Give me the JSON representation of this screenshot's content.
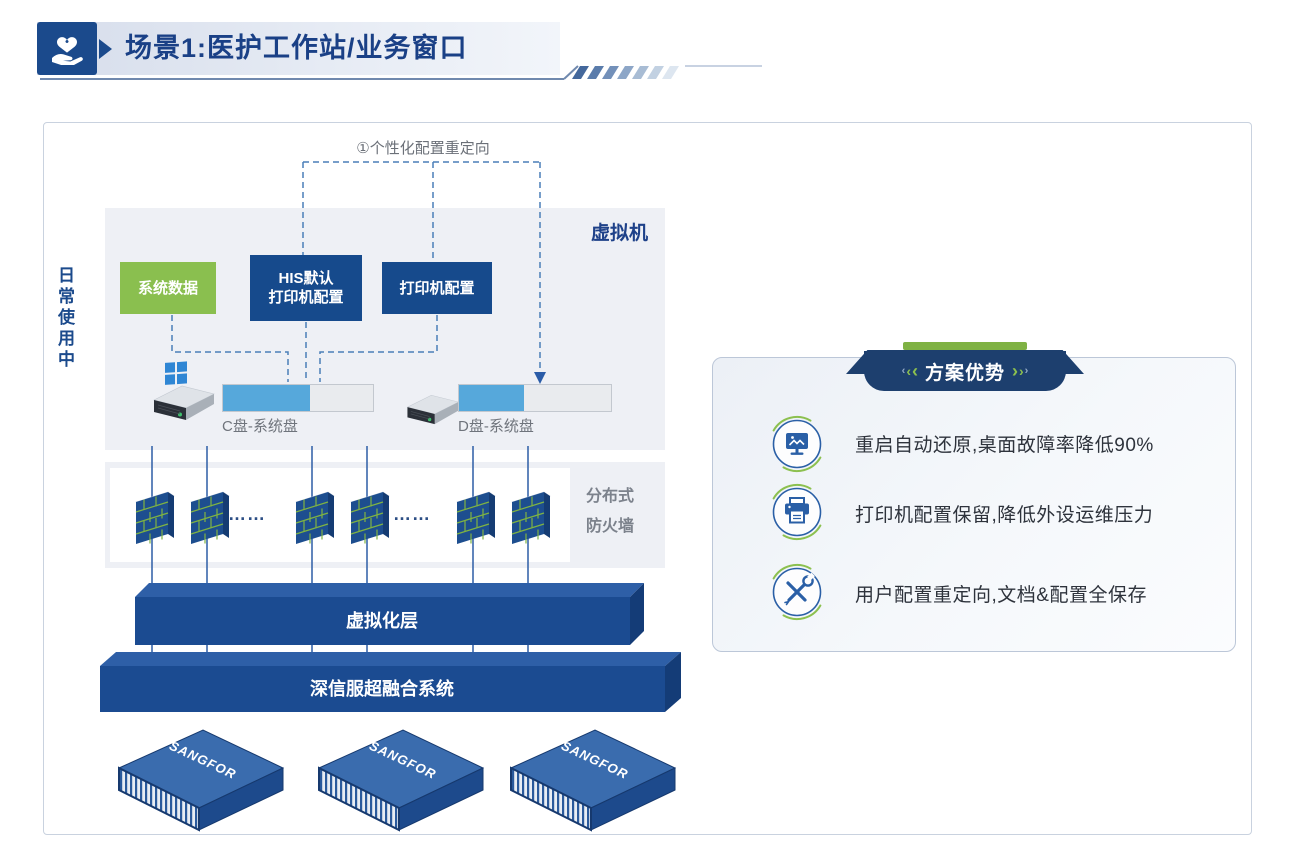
{
  "header": {
    "title": "场景1:医护工作站/业务窗口",
    "icon": "hand-heart-icon"
  },
  "diagram": {
    "side_label": "日常使用中",
    "annotation": "①个性化配置重定向",
    "vm": {
      "label": "虚拟机",
      "boxes": {
        "system_data": "系统数据",
        "his_line1": "HIS默认",
        "his_line2": "打印机配置",
        "printer": "打印机配置"
      },
      "disks": [
        {
          "label": "C盘-系统盘",
          "fill_percent": 58,
          "os_icon": "windows-logo-icon"
        },
        {
          "label": "D盘-系统盘",
          "fill_percent": 43
        }
      ]
    },
    "firewall": {
      "line1": "分布式",
      "line2": "防火墙",
      "dots": "……"
    },
    "layers": [
      {
        "label": "虚拟化层"
      },
      {
        "label": "深信服超融合系统"
      }
    ],
    "servers": {
      "brand": "SANGFOR",
      "count": 3
    }
  },
  "advantages": {
    "badge": "方案优势",
    "chevron_left": "‹",
    "chevron_right": "›",
    "items": [
      {
        "icon": "monitor-restore-icon",
        "text": "重启自动还原,桌面故障率降低90%"
      },
      {
        "icon": "printer-icon",
        "text": "打印机配置保留,降低外设运维压力"
      },
      {
        "icon": "tools-icon",
        "text": "用户配置重定向,文档&配置全保存"
      }
    ]
  },
  "colors": {
    "primary_blue": "#1b4a8c",
    "navy": "#1d3f6e",
    "green_box": "#8abf4f",
    "accent_green": "#7fb244",
    "progress_blue": "#56a8db",
    "panel_gray": "#eef0f5"
  }
}
